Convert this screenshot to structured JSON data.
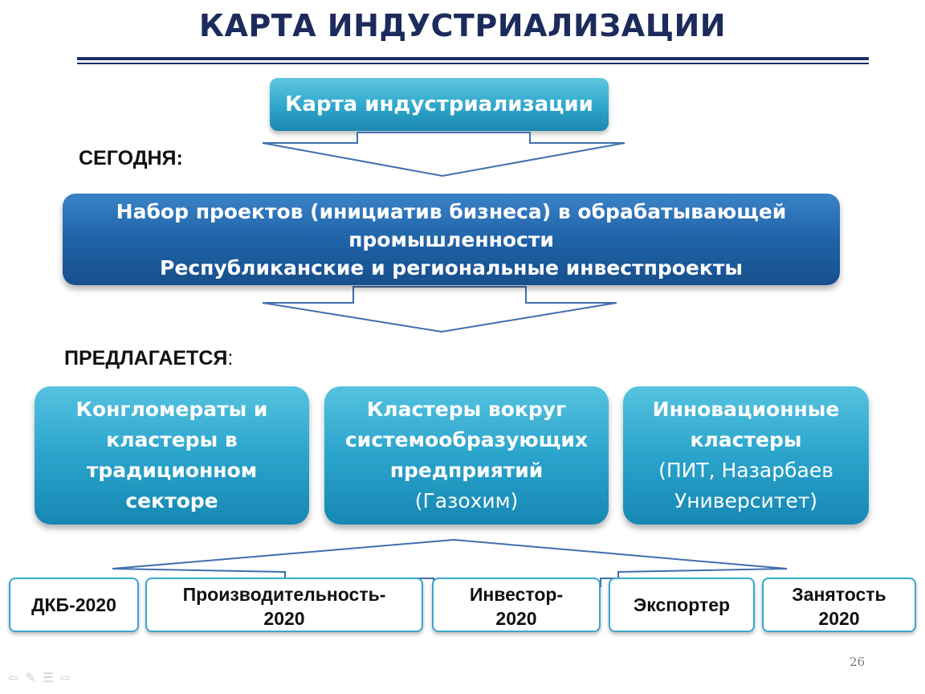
{
  "title": "КАРТА ИНДУСТРИАЛИЗАЦИИ",
  "top_box": "Карта индустриализации",
  "today_label": "СЕГОДНЯ:",
  "today_box": {
    "line1": "Набор проектов (инициатив бизнеса) в обрабатывающей",
    "line2": "промышленности",
    "line3": "Республиканские и региональные инвестпроекты"
  },
  "proposed_label": "ПРЕДЛАГАЕТСЯ",
  "proposed_colon": ":",
  "clusters": [
    {
      "lines": [
        "Конгломераты и",
        "кластеры в",
        "традиционном",
        "секторе"
      ],
      "note": ""
    },
    {
      "lines": [
        "Кластеры вокруг",
        "системообразующих",
        "предприятий"
      ],
      "note": "(Газохим)"
    },
    {
      "lines": [
        "Инновационные",
        "кластеры"
      ],
      "note": "(ПИТ, Назарбаев Университет)"
    }
  ],
  "cluster3_note_line1": "(ПИТ, Назарбаев",
  "cluster3_note_line2": "Университет)",
  "programs": [
    {
      "line1": "ДКБ-2020",
      "line2": ""
    },
    {
      "line1": "Производительность-",
      "line2": "2020"
    },
    {
      "line1": "Инвестор-",
      "line2": "2020"
    },
    {
      "line1": "Экспортер",
      "line2": ""
    },
    {
      "line1": "Занятость",
      "line2": "2020"
    }
  ],
  "page_number": "26",
  "colors": {
    "title": "#1d2b5c",
    "accent_light": "#2ea6cb",
    "accent_dark": "#1f63a8",
    "arrow": "#3f6fb0"
  },
  "nav_icons": [
    "prev-arrow-icon",
    "pen-icon",
    "menu-icon",
    "next-arrow-icon"
  ]
}
